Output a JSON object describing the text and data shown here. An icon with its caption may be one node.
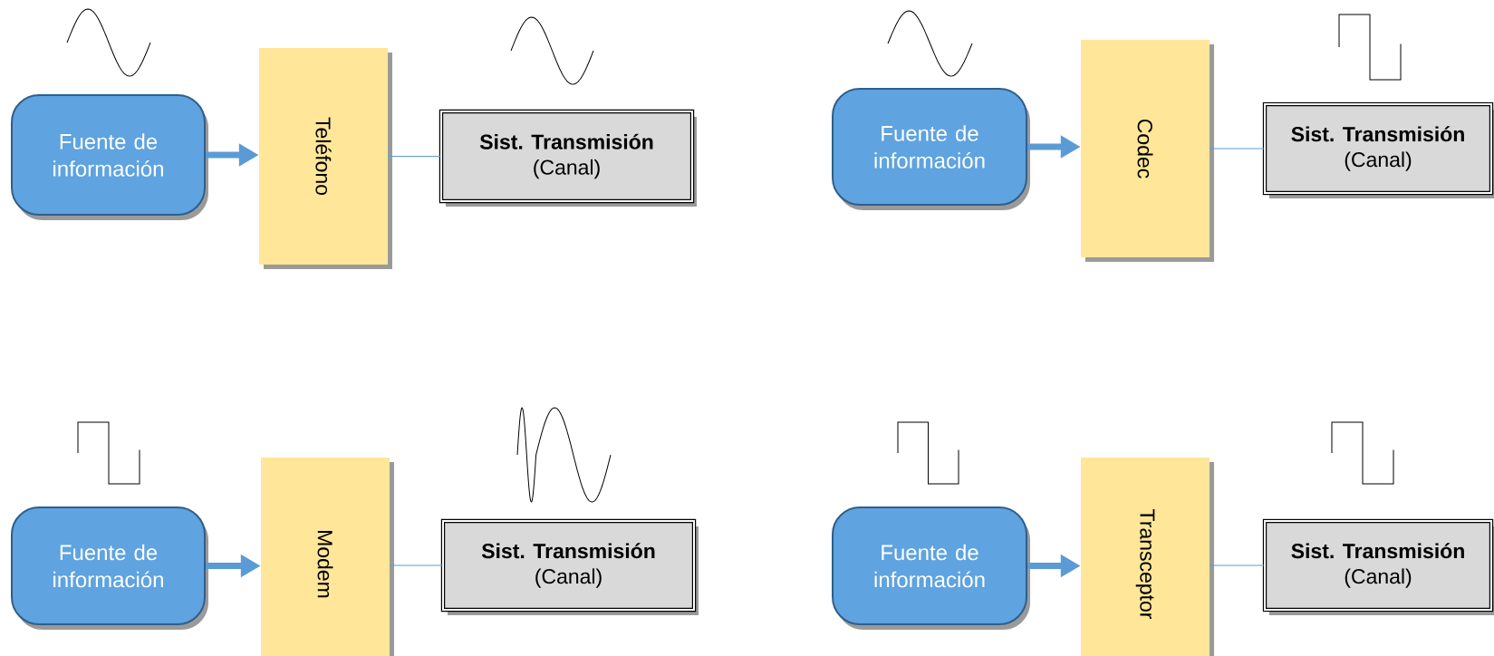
{
  "diagram": {
    "nodes": [
      {
        "text": [
          "Fuente de información"
        ]
      },
      {
        "text": [
          "Teléfono"
        ]
      },
      {
        "text": [
          "Sist. Transmisión",
          "(Canal)"
        ]
      },
      {
        "text": [
          "Fuente de información"
        ]
      },
      {
        "text": [
          "Codec"
        ]
      },
      {
        "text": [
          "Sist. Transmisión",
          "(Canal)"
        ]
      },
      {
        "text": [
          "Fuente de información"
        ]
      },
      {
        "text": [
          "Modem"
        ]
      },
      {
        "text": [
          "Sist. Transmisión",
          "(Canal)"
        ]
      },
      {
        "text": [
          "Fuente de información"
        ]
      },
      {
        "text": [
          "Transceptor"
        ]
      },
      {
        "text": [
          "Sist. Transmisión",
          "(Canal)"
        ]
      }
    ],
    "edges": [
      {
        "from": 0,
        "to": 1,
        "arrow": "to",
        "style": "thick"
      },
      {
        "from": 1,
        "to": 2,
        "arrow": "none"
      },
      {
        "from": 3,
        "to": 4,
        "arrow": "to",
        "style": "thick"
      },
      {
        "from": 4,
        "to": 5,
        "arrow": "none"
      },
      {
        "from": 6,
        "to": 7,
        "arrow": "to",
        "style": "thick"
      },
      {
        "from": 7,
        "to": 8,
        "arrow": "none"
      },
      {
        "from": 9,
        "to": 10,
        "arrow": "to",
        "style": "thick"
      },
      {
        "from": 10,
        "to": 11,
        "arrow": "none"
      }
    ]
  }
}
